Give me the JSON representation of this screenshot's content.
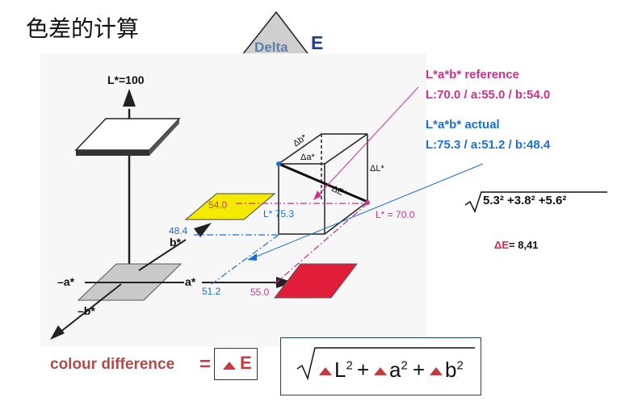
{
  "title": "色差的计算",
  "logo": {
    "delta": "Delta",
    "letter": "E"
  },
  "reference": {
    "heading": "L*a*b* reference",
    "values": "L:70.0 / a:55.0 / b:54.0"
  },
  "actual": {
    "heading": "L*a*b*  actual",
    "values": "L:75.3 / a:51.2 / b:48.4"
  },
  "calculation": {
    "expression": "5.3² +3.8² +5.6²",
    "result_label": "E",
    "result_value": "= 8,41"
  },
  "axes": {
    "l_top": "L*=100",
    "a_pos": "a*",
    "a_neg": "–a*",
    "b_pos": "b*",
    "b_neg": "–b*"
  },
  "diagram_labels": {
    "db": "Δb*",
    "da": "Δa*",
    "dl": "ΔL*",
    "de": "ΔE*",
    "l_ref": "L* = 70.0",
    "l_act": "L*  75.3",
    "b_ref": "54.0",
    "b_act": "48.4",
    "a_act": "51.2",
    "a_ref": "55.0"
  },
  "colour_difference": {
    "label": "colour difference",
    "equals": "=",
    "symbol": "E"
  },
  "formula": {
    "l": "L",
    "a": "a",
    "b": "b",
    "sq": "2",
    "plus": "+"
  },
  "colors": {
    "reference": "#d0308a",
    "actual": "#1c6fd6",
    "yellow": "#f4ea00",
    "red": "#e01e3a",
    "accent_red": "#c43b3b"
  }
}
